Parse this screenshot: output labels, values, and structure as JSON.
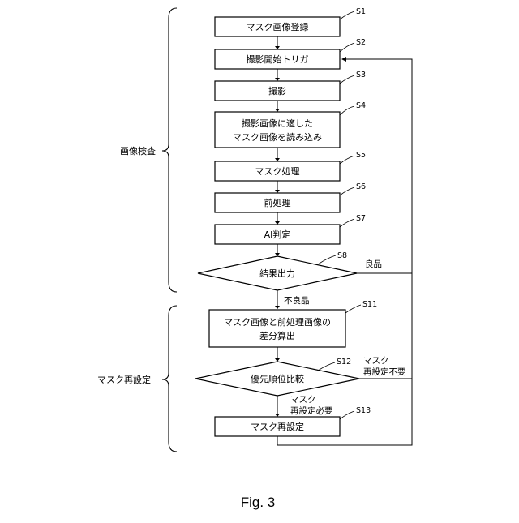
{
  "steps": {
    "s1": {
      "label": "S1",
      "text": "マスク画像登録"
    },
    "s2": {
      "label": "S2",
      "text": "撮影開始トリガ"
    },
    "s3": {
      "label": "S3",
      "text": "撮影"
    },
    "s4": {
      "label": "S4",
      "line1": "撮影画像に適した",
      "line2": "マスク画像を読み込み"
    },
    "s5": {
      "label": "S5",
      "text": "マスク処理"
    },
    "s6": {
      "label": "S6",
      "text": "前処理"
    },
    "s7": {
      "label": "S7",
      "text": "AI判定"
    },
    "s8": {
      "label": "S8",
      "text": "結果出力"
    },
    "s11": {
      "label": "S11",
      "line1": "マスク画像と前処理画像の",
      "line2": "差分算出"
    },
    "s12": {
      "label": "S12",
      "text": "優先順位比較"
    },
    "s13": {
      "label": "S13",
      "text": "マスク再設定"
    }
  },
  "branches": {
    "good": "良品",
    "defective": "不良品",
    "mask_reset_unneeded_1": "マスク",
    "mask_reset_unneeded_2": "再設定不要",
    "mask_reset_needed_1": "マスク",
    "mask_reset_needed_2": "再設定必要"
  },
  "groups": {
    "inspection": "画像検査",
    "mask_reset": "マスク再設定"
  },
  "caption": "Fig. 3"
}
